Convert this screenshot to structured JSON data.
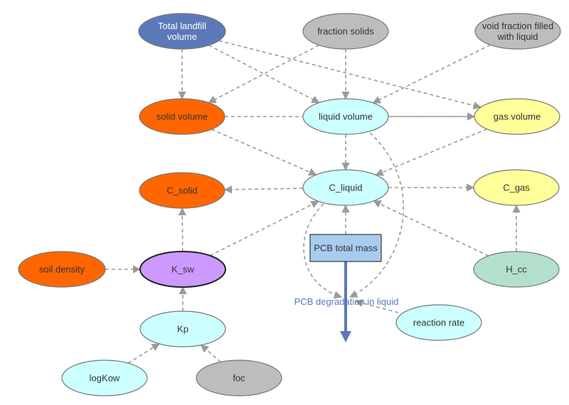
{
  "colors": {
    "blue": "#5b79b8",
    "gray": "#bdbdbd",
    "orange": "#ff6600",
    "cyan": "#ccffff",
    "yellow": "#ffff99",
    "purple": "#cc99ff",
    "mint": "#b3e0cc",
    "stock": "#a8ccf0",
    "edge": "#9a9a9a"
  },
  "nodes": {
    "total_landfill_volume": {
      "lines": [
        "Total landfill",
        "volume"
      ],
      "color": "blue"
    },
    "fraction_solids": {
      "lines": [
        "fraction solids"
      ],
      "color": "gray"
    },
    "void_fraction": {
      "lines": [
        "void fraction filled",
        "with liquid"
      ],
      "color": "gray"
    },
    "solid_volume": {
      "lines": [
        "solid volume"
      ],
      "color": "orange"
    },
    "liquid_volume": {
      "lines": [
        "liquid volume"
      ],
      "color": "cyan"
    },
    "gas_volume": {
      "lines": [
        "gas volume"
      ],
      "color": "yellow"
    },
    "c_solid": {
      "lines": [
        "C_solid"
      ],
      "color": "orange"
    },
    "c_liquid": {
      "lines": [
        "C_liquid"
      ],
      "color": "cyan"
    },
    "c_gas": {
      "lines": [
        "C_gas"
      ],
      "color": "yellow"
    },
    "soil_density": {
      "lines": [
        "soil density"
      ],
      "color": "orange"
    },
    "k_sw": {
      "lines": [
        "K_sw"
      ],
      "color": "purple"
    },
    "h_cc": {
      "lines": [
        "H_cc"
      ],
      "color": "mint"
    },
    "kp": {
      "lines": [
        "Kp"
      ],
      "color": "cyan"
    },
    "logkow": {
      "lines": [
        "logKow"
      ],
      "color": "cyan"
    },
    "foc": {
      "lines": [
        "foc"
      ],
      "color": "gray"
    },
    "reaction_rate": {
      "lines": [
        "reaction rate"
      ],
      "color": "cyan"
    }
  },
  "stock": {
    "label": "PCB total mass",
    "color": "stock"
  },
  "flow": {
    "label": "PCB degradation in liquid"
  }
}
